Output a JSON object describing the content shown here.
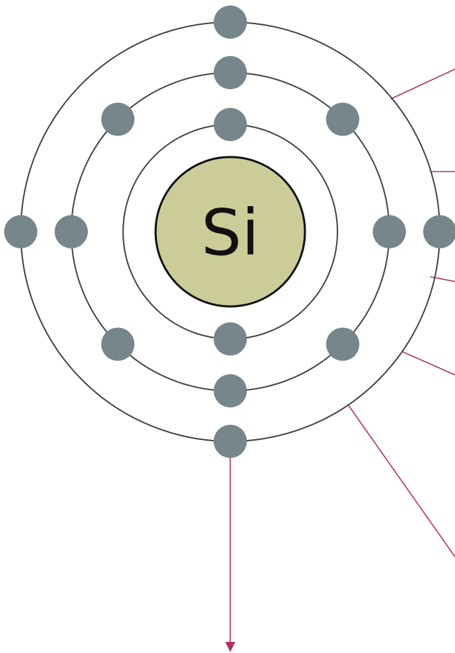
{
  "nucleus": {
    "symbol": "Si",
    "fill_color": "#cccc99",
    "stroke_color": "#111111"
  },
  "shells": {
    "electron_counts": [
      2,
      8,
      4
    ],
    "ring_color": "#444444",
    "electron_color": "#76868a"
  },
  "pointers": {
    "line_color": "#b03060"
  }
}
